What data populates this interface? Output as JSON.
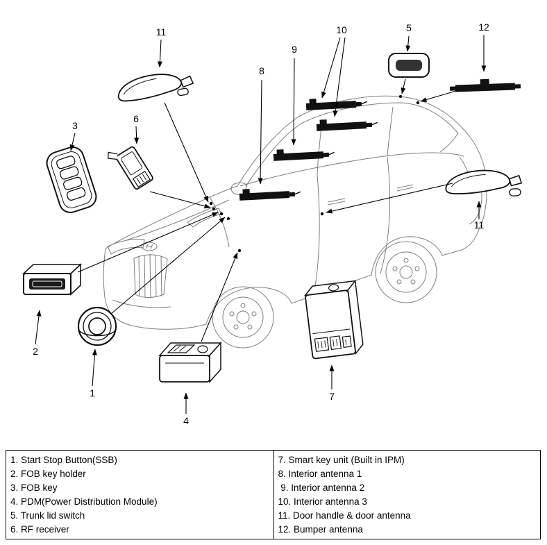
{
  "diagram": {
    "numbers": {
      "1": "1",
      "2": "2",
      "3": "3",
      "4": "4",
      "5": "5",
      "6": "6",
      "7": "7",
      "8": "8",
      "9": "9",
      "10": "10",
      "11": "11",
      "12": "12"
    }
  },
  "legend": {
    "left": [
      "1. Start Stop Button(SSB)",
      "2. FOB key holder",
      "3. FOB key",
      "4. PDM(Power Distribution Module)",
      "5. Trunk lid switch",
      "6. RF receiver"
    ],
    "right": [
      "7. Smart key unit (Built in IPM)",
      "8. Interior antenna 1",
      " 9. Interior antenna 2",
      "10. Interior antenna 3",
      "11. Door handle & door antenna",
      "12. Bumper antenna"
    ]
  }
}
